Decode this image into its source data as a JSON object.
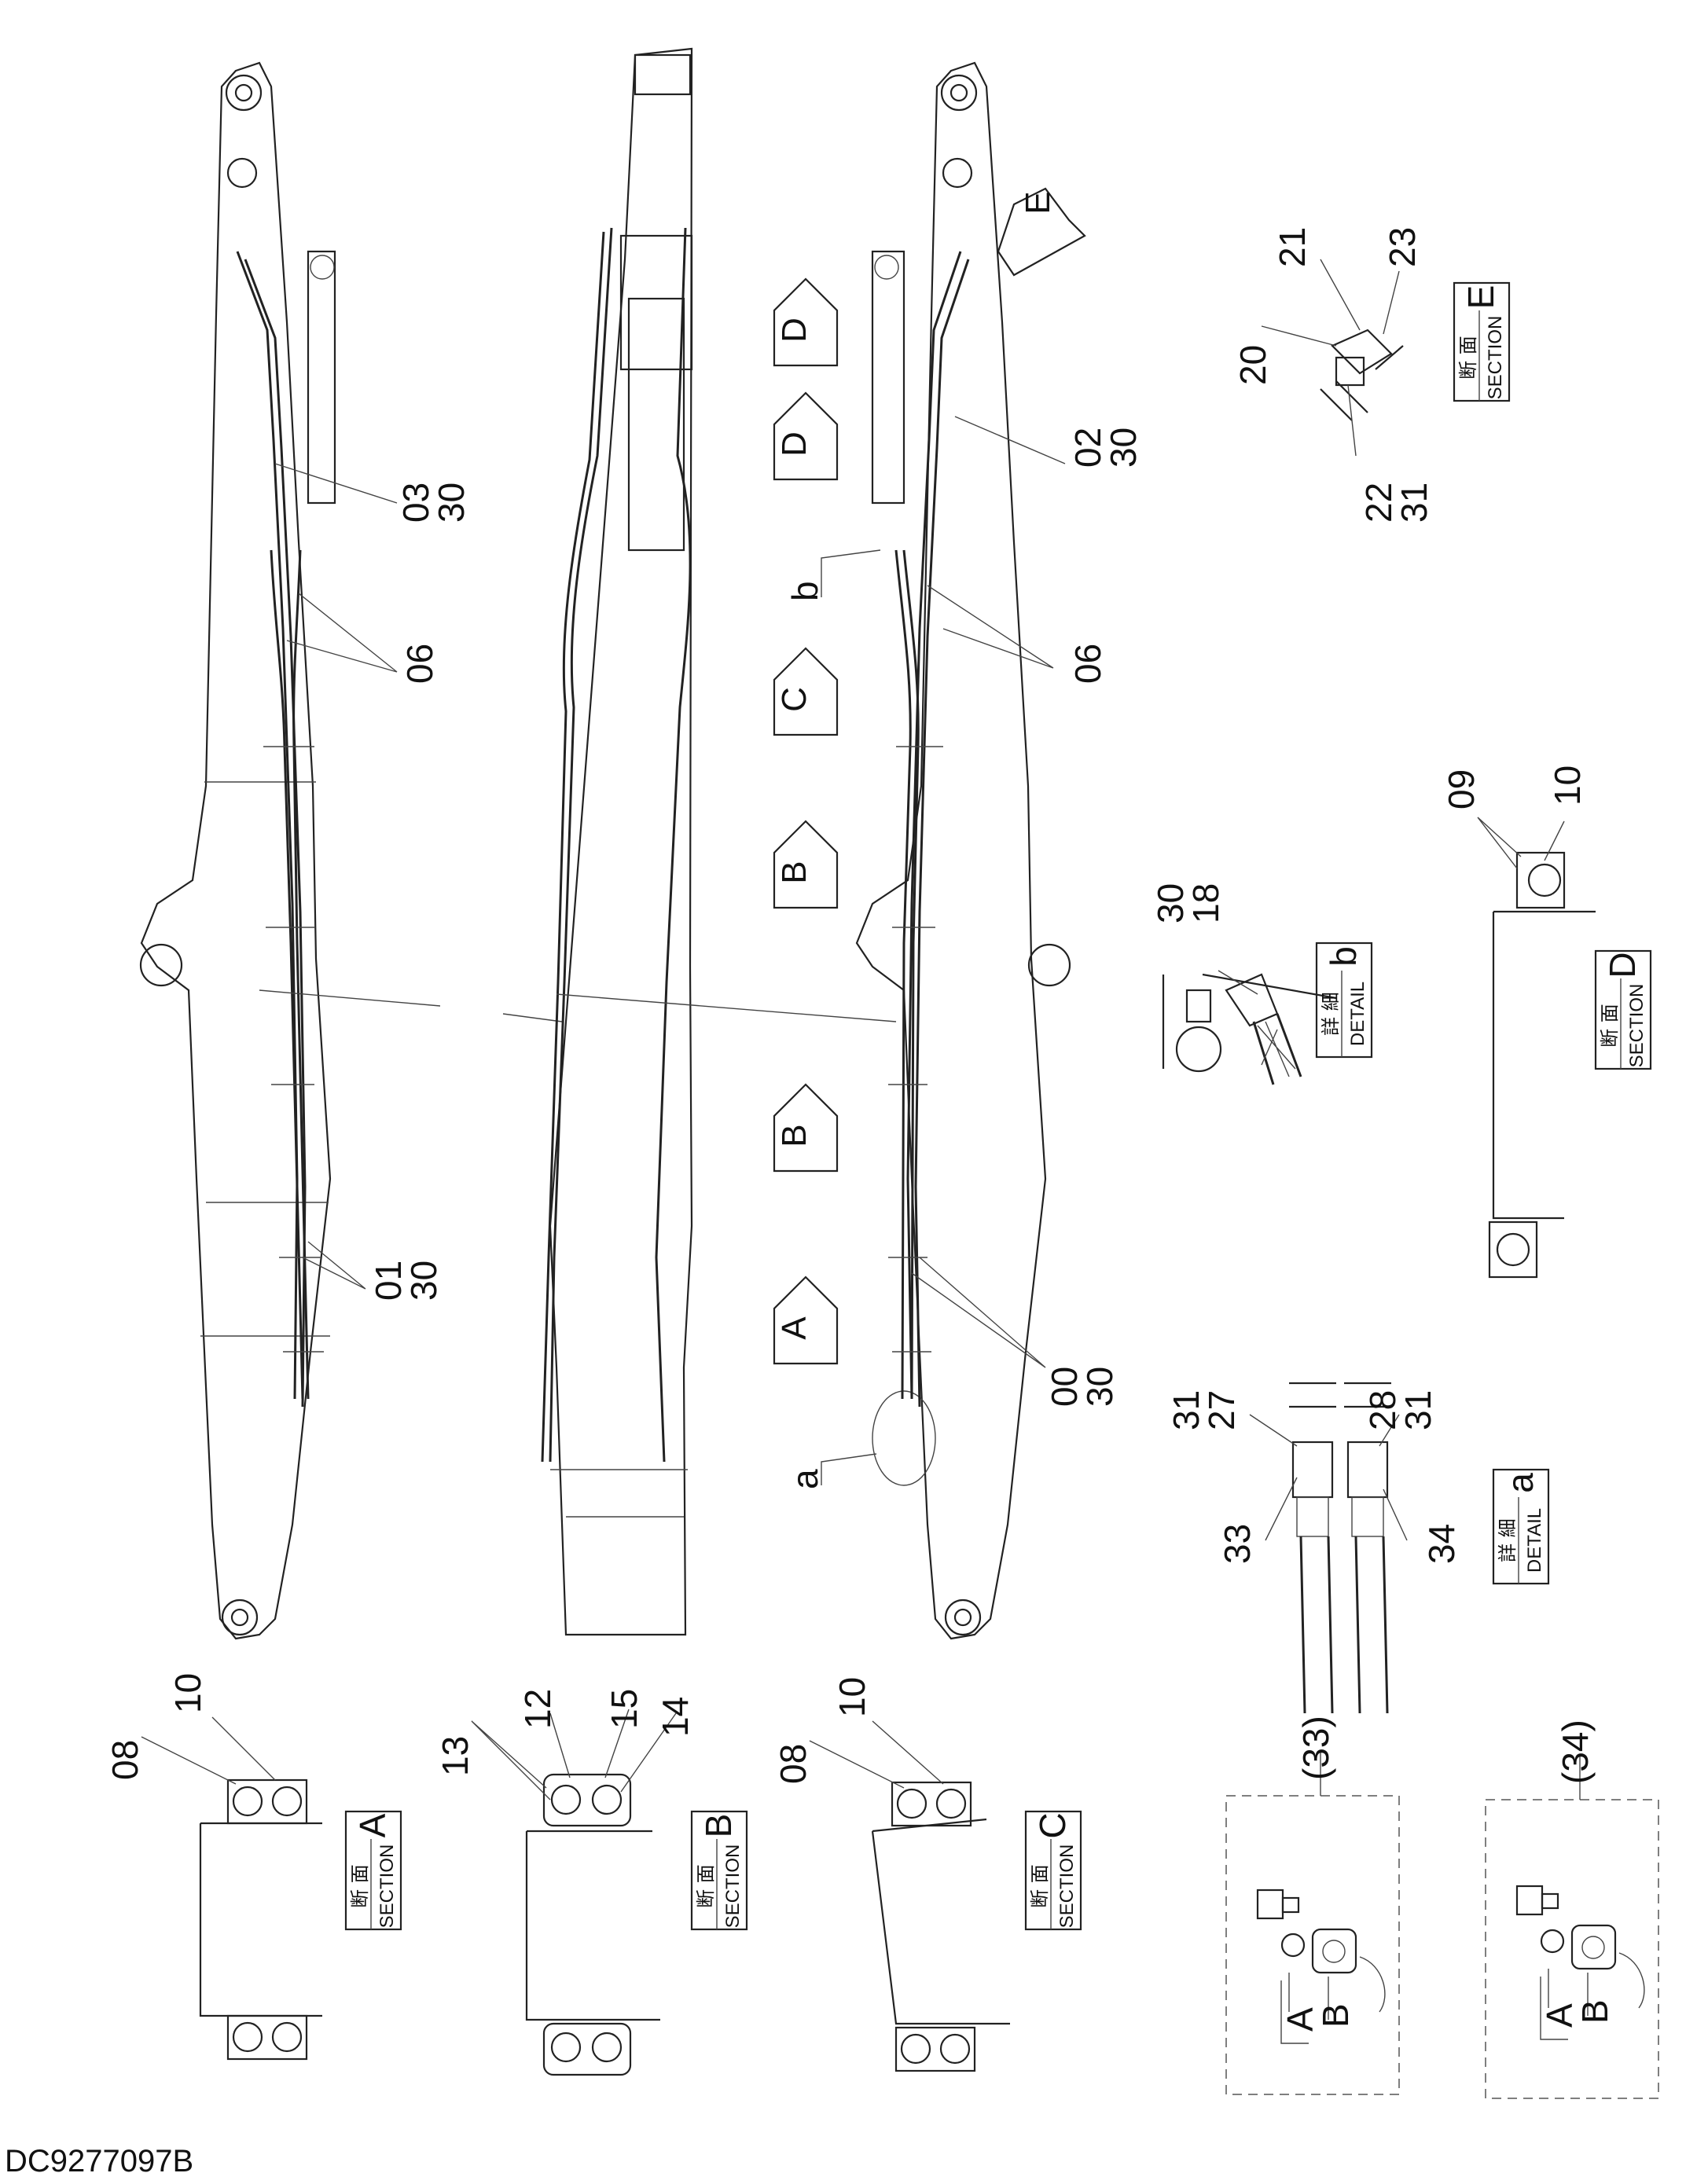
{
  "drawing_number": "DC9277097B",
  "callouts": {
    "c03_30": [
      "03",
      "30"
    ],
    "c06_left": "06",
    "c01_30": [
      "01",
      "30"
    ],
    "c02_30": [
      "02",
      "30"
    ],
    "c06_right": "06",
    "c00_30": [
      "00",
      "30"
    ],
    "b": "b",
    "a": "a",
    "e20": "20",
    "e21": "21",
    "e23": "23",
    "e22_31": [
      "22",
      "31"
    ],
    "d09": "09",
    "d10": "10",
    "db30_18": [
      "30",
      "18"
    ],
    "a31_27": [
      "31",
      "27"
    ],
    "a28_31": [
      "28",
      "31"
    ],
    "a33": "33",
    "a34": "34",
    "sA08": "08",
    "sA10": "10",
    "sB13": "13",
    "sB12": "12",
    "sB15": "15",
    "sB14": "14",
    "sC08": "08",
    "sC10": "10",
    "p33": "(33)",
    "p34": "(34)",
    "pA": "A",
    "pB": "B"
  },
  "section_arrows": [
    "D",
    "D",
    "C",
    "B",
    "B",
    "A",
    "E"
  ],
  "legend_boxes": {
    "sectionE": {
      "jp": "断 面",
      "en": "SECTION",
      "letter": "E"
    },
    "sectionD": {
      "jp": "断 面",
      "en": "SECTION",
      "letter": "D"
    },
    "detailb": {
      "jp": "詳 細",
      "en": "DETAIL",
      "letter": "b"
    },
    "detaila": {
      "jp": "詳 細",
      "en": "DETAIL",
      "letter": "a"
    },
    "sectionA": {
      "jp": "断 面",
      "en": "SECTION",
      "letter": "A"
    },
    "sectionB": {
      "jp": "断 面",
      "en": "SECTION",
      "letter": "B"
    },
    "sectionC": {
      "jp": "断 面",
      "en": "SECTION",
      "letter": "C"
    }
  }
}
